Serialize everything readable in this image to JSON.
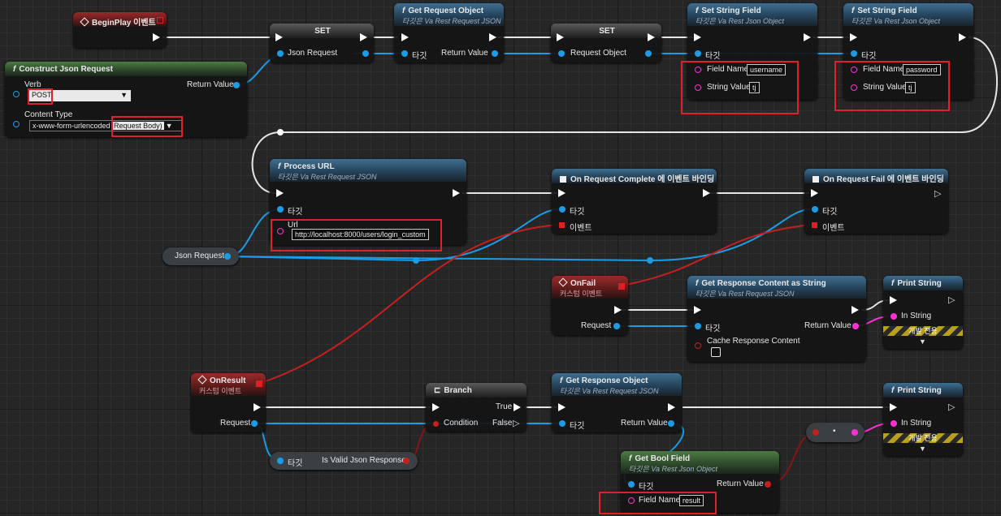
{
  "colors": {
    "exec": "#ffffff",
    "object": "#1b9ce4",
    "string": "#ff2fd8",
    "boolean": "#c52020",
    "highlight": "#e0202a"
  },
  "beginplay": {
    "title": "BeginPlay 이벤트"
  },
  "construct": {
    "title": "Construct Json Request",
    "verb_label": "Verb",
    "verb_value": "POST",
    "content_type_label": "Content Type",
    "content_type_value": "x-www-form-urlencoded",
    "content_type_suffix": "Request Body)",
    "return_label": "Return Value"
  },
  "set1": {
    "title": "SET",
    "pin_label": "Json Request"
  },
  "get_request_object": {
    "title": "Get Request Object",
    "subtitle": "타깃은 Va Rest Request JSON",
    "target_label": "타깃",
    "return_label": "Return Value"
  },
  "set2": {
    "title": "SET",
    "pin_label": "Request Object"
  },
  "set_string_1": {
    "title": "Set String Field",
    "subtitle": "타깃은 Va Rest Json Object",
    "target_label": "타깃",
    "field_name_label": "Field Name",
    "field_name_value": "username",
    "string_value_label": "String Value",
    "string_value": "tj"
  },
  "set_string_2": {
    "title": "Set String Field",
    "subtitle": "타깃은 Va Rest Json Object",
    "target_label": "타깃",
    "field_name_label": "Field Name",
    "field_name_value": "password",
    "string_value_label": "String Value",
    "string_value": "tj"
  },
  "process_url": {
    "title": "Process URL",
    "subtitle": "타깃은 Va Rest Request JSON",
    "target_label": "타깃",
    "url_label": "Url",
    "url_value": "http://localhost:8000/users/login_custom"
  },
  "on_complete": {
    "title": "On Request Complete 에 이벤트 바인딩",
    "target_label": "타깃",
    "event_label": "이벤트"
  },
  "on_fail_bind": {
    "title": "On Request Fail 에 이벤트 바인딩",
    "target_label": "타깃",
    "event_label": "이벤트"
  },
  "json_request_var": {
    "label": "Json Request"
  },
  "onfail": {
    "title": "OnFail",
    "subtitle": "커스텀 이벤트",
    "request_label": "Request"
  },
  "get_response_content": {
    "title": "Get Response Content as String",
    "subtitle": "타깃은 Va Rest Request JSON",
    "target_label": "타깃",
    "return_label": "Return Value",
    "cache_label": "Cache Response Content"
  },
  "print1": {
    "title": "Print String",
    "in_label": "In String",
    "dev_label": "개발 전용"
  },
  "onresult": {
    "title": "OnResult",
    "subtitle": "커스텀 이벤트",
    "request_label": "Request"
  },
  "branch": {
    "title": "Branch",
    "true_label": "True",
    "false_label": "False",
    "condition_label": "Condition"
  },
  "get_response_object": {
    "title": "Get Response Object",
    "subtitle": "타깃은 Va Rest Request JSON",
    "target_label": "타깃",
    "return_label": "Return Value"
  },
  "print2": {
    "title": "Print String",
    "in_label": "In String",
    "dev_label": "개발 전용"
  },
  "is_valid": {
    "target_label": "타깃",
    "label": "Is Valid Json Response"
  },
  "get_bool": {
    "title": "Get Bool Field",
    "subtitle": "타깃은 Va Rest Json Object",
    "target_label": "타깃",
    "return_label": "Return Value",
    "field_name_label": "Field Name",
    "field_name_value": "result"
  },
  "convert": {
    "label": "•"
  }
}
